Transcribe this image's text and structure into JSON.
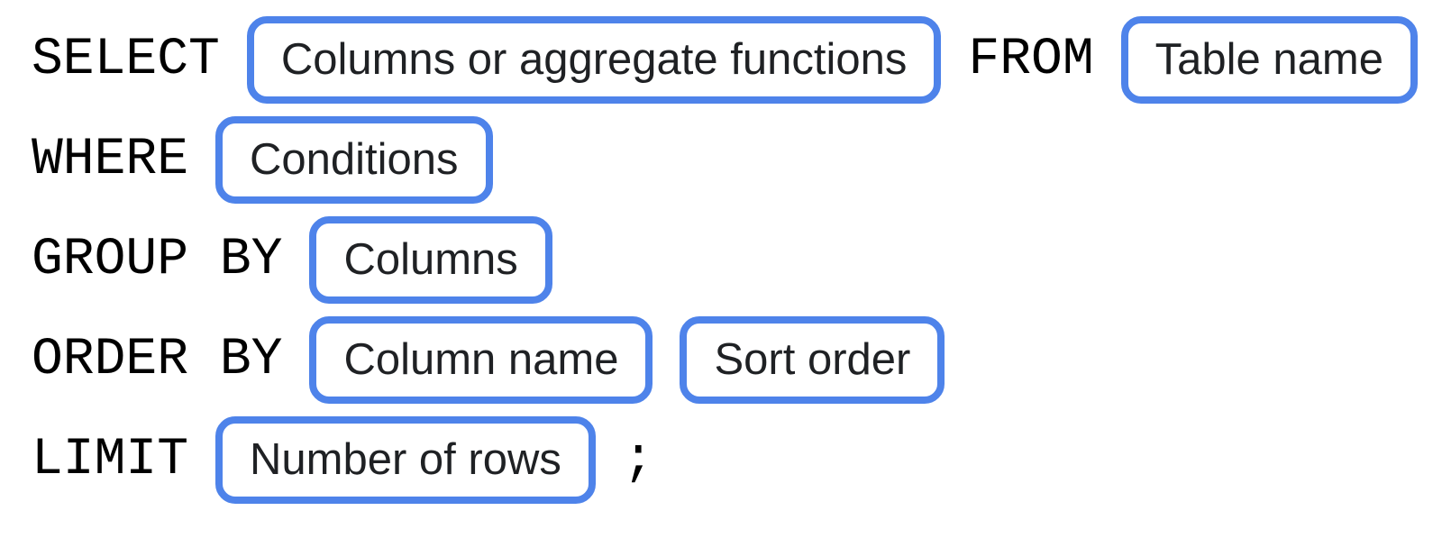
{
  "diagram": {
    "type": "sql-query-syntax",
    "colors": {
      "accent": "#4E83EA",
      "keyword": "#000000",
      "label": "#1F2124",
      "background": "#FFFFFF"
    },
    "rows": [
      {
        "segments": [
          {
            "type": "keyword",
            "text": "SELECT"
          },
          {
            "type": "box",
            "text": "Columns or aggregate functions"
          },
          {
            "type": "keyword",
            "text": "FROM"
          },
          {
            "type": "box",
            "text": "Table name"
          }
        ]
      },
      {
        "segments": [
          {
            "type": "keyword",
            "text": "WHERE"
          },
          {
            "type": "box",
            "text": "Conditions"
          }
        ]
      },
      {
        "segments": [
          {
            "type": "keyword",
            "text": "GROUP BY"
          },
          {
            "type": "box",
            "text": "Columns"
          }
        ]
      },
      {
        "segments": [
          {
            "type": "keyword",
            "text": "ORDER BY"
          },
          {
            "type": "box",
            "text": "Column name"
          },
          {
            "type": "box",
            "text": "Sort order"
          }
        ]
      },
      {
        "segments": [
          {
            "type": "keyword",
            "text": "LIMIT"
          },
          {
            "type": "box",
            "text": "Number of rows"
          },
          {
            "type": "keyword",
            "text": ";"
          }
        ]
      }
    ]
  }
}
